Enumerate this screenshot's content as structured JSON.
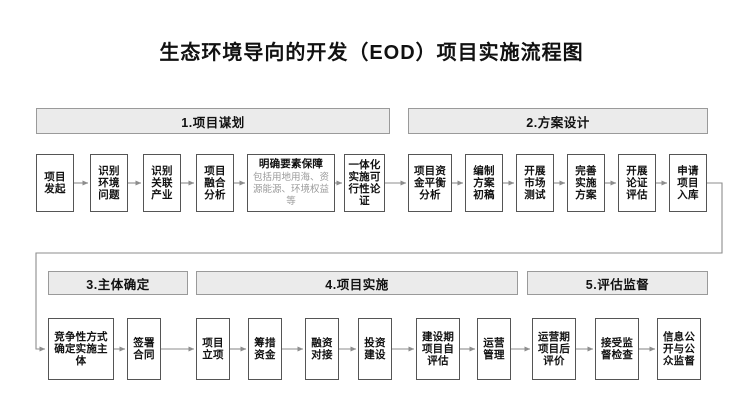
{
  "title": "生态环境导向的开发（EOD）项目实施流程图",
  "chart_data": {
    "type": "diagram",
    "title": "生态环境导向的开发（EOD）项目实施流程图",
    "sections": [
      {
        "id": "s1",
        "label": "1.项目谋划"
      },
      {
        "id": "s2",
        "label": "2.方案设计"
      },
      {
        "id": "s3",
        "label": "3.主体确定"
      },
      {
        "id": "s4",
        "label": "4.项目实施"
      },
      {
        "id": "s5",
        "label": "5.评估监督"
      }
    ],
    "row1": [
      {
        "label": "项目发起",
        "sub": "",
        "section": "1.项目谋划"
      },
      {
        "label": "识别环境问题",
        "sub": "",
        "section": "1.项目谋划"
      },
      {
        "label": "识别关联产业",
        "sub": "",
        "section": "1.项目谋划"
      },
      {
        "label": "项目融合分析",
        "sub": "",
        "section": "1.项目谋划"
      },
      {
        "label": "明确要素保障",
        "sub": "包括用地用海、资源能源、环境权益等",
        "section": "1.项目谋划"
      },
      {
        "label": "一体化实施可行性论证",
        "sub": "",
        "section": "1.项目谋划"
      },
      {
        "label": "项目资金平衡分析",
        "sub": "",
        "section": "2.方案设计"
      },
      {
        "label": "编制方案初稿",
        "sub": "",
        "section": "2.方案设计"
      },
      {
        "label": "开展市场测试",
        "sub": "",
        "section": "2.方案设计"
      },
      {
        "label": "完善实施方案",
        "sub": "",
        "section": "2.方案设计"
      },
      {
        "label": "开展论证评估",
        "sub": "",
        "section": "2.方案设计"
      },
      {
        "label": "申请项目入库",
        "sub": "",
        "section": "2.方案设计"
      }
    ],
    "row2": [
      {
        "label": "竞争性方式确定实施主体",
        "sub": "",
        "section": "3.主体确定"
      },
      {
        "label": "签署合同",
        "sub": "",
        "section": "3.主体确定"
      },
      {
        "label": "项目立项",
        "sub": "",
        "section": "4.项目实施"
      },
      {
        "label": "筹措资金",
        "sub": "",
        "section": "4.项目实施"
      },
      {
        "label": "融资对接",
        "sub": "",
        "section": "4.项目实施"
      },
      {
        "label": "投资建设",
        "sub": "",
        "section": "4.项目实施"
      },
      {
        "label": "建设期项目自评估",
        "sub": "",
        "section": "4.项目实施"
      },
      {
        "label": "运营管理",
        "sub": "",
        "section": "4.项目实施"
      },
      {
        "label": "运营期项目后评价",
        "sub": "",
        "section": "5.评估监督"
      },
      {
        "label": "接受监督检查",
        "sub": "",
        "section": "5.评估监督"
      },
      {
        "label": "信息公开与公众监督",
        "sub": "",
        "section": "5.评估监督"
      }
    ],
    "flow_note": "row1 flows left→right, wraps from 申请项目入库 down and back to 竞争性方式确定实施主体, then row2 flows left→right",
    "colors": {
      "section_fill": "#ebebeb",
      "section_border": "#9a9a9a",
      "node_border": "#555555",
      "node_fill": "#ffffff",
      "connector": "#8d8d8d",
      "text": "#111111",
      "subtext": "#9a9a9a"
    }
  }
}
